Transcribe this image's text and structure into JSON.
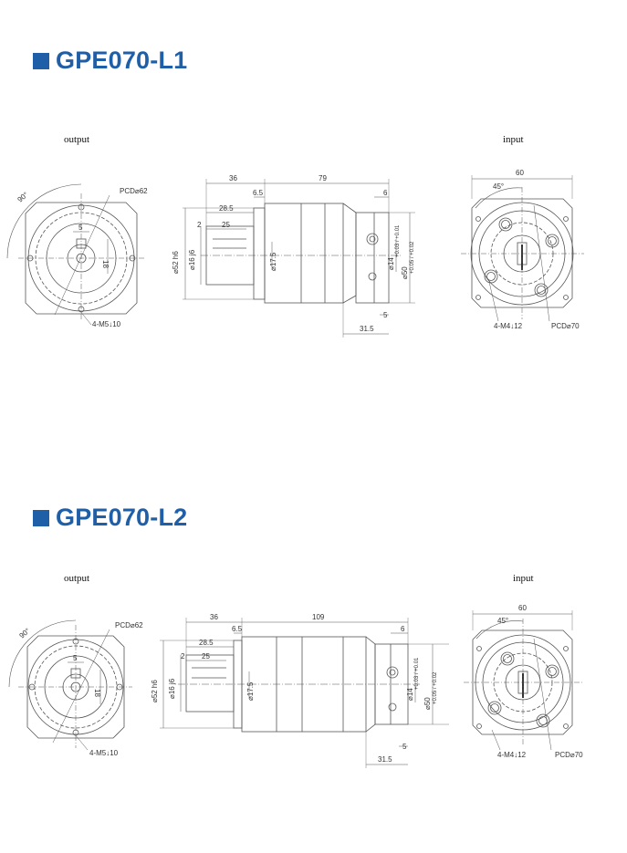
{
  "sections": [
    {
      "title": "GPE070-L1",
      "output_label": "output",
      "input_label": "input",
      "dims": {
        "angle_out": "90°",
        "pcd_out": "PCD⌀62",
        "key_w": "5",
        "key_h": "18",
        "holes_out": "4-M5↓10",
        "d36": "36",
        "d79": "79",
        "d6_5": "6.5",
        "d6": "6",
        "d28_5": "28.5",
        "d2": "2",
        "d25": "25",
        "dia52": "⌀52 h6",
        "dia16": "⌀16 j6",
        "dia17_5": "⌀17.5",
        "tol14": "+0.03 / +0.01",
        "dia14": "⌀14",
        "tol50": "+0.05 / +0.02",
        "dia50": "⌀50",
        "d5": "5",
        "d31_5": "31.5",
        "d60": "60",
        "angle_in": "45°",
        "holes_in": "4-M4↓12",
        "pcd_in": "PCD⌀70"
      }
    },
    {
      "title": "GPE070-L2",
      "output_label": "output",
      "input_label": "input",
      "dims": {
        "angle_out": "90°",
        "pcd_out": "PCD⌀62",
        "key_w": "5",
        "key_h": "18",
        "holes_out": "4-M5↓10",
        "d36": "36",
        "d79": "109",
        "d6_5": "6.5",
        "d6": "6",
        "d28_5": "28.5",
        "d2": "2",
        "d25": "25",
        "dia52": "⌀52 h6",
        "dia16": "⌀16 j6",
        "dia17_5": "⌀17.5",
        "tol14": "+0.03 / +0.01",
        "dia14": "⌀14",
        "tol50": "+0.05 / +0.02",
        "dia50": "⌀50",
        "d5": "5",
        "d31_5": "31.5",
        "d60": "60",
        "angle_in": "45°",
        "holes_in": "4-M4↓12",
        "pcd_in": "PCD⌀70"
      }
    }
  ],
  "colors": {
    "accent": "#1f5fa8",
    "line": "#555555"
  }
}
